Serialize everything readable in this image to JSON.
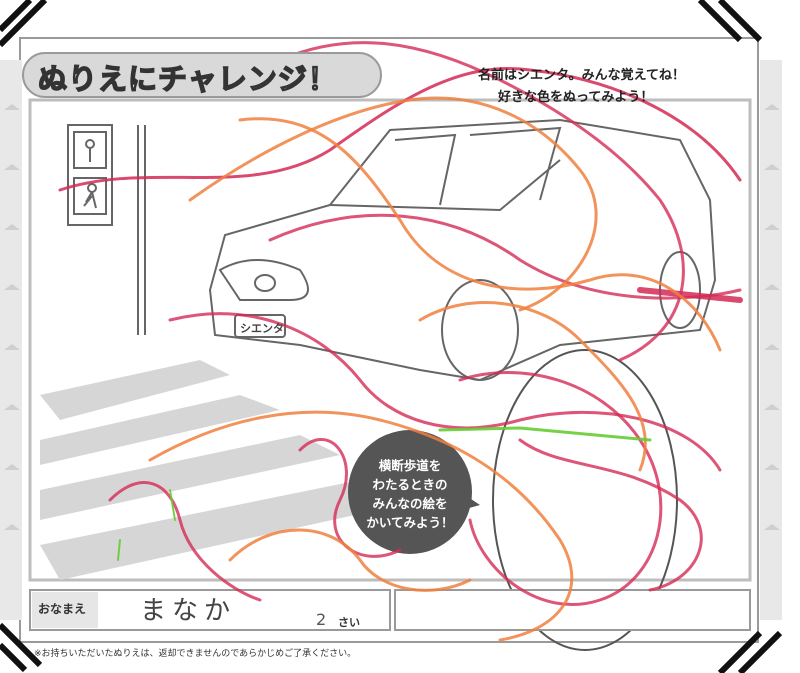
{
  "title": "ぬりえにチャレンジ！",
  "instructions": {
    "line1": "名前はシエンタ。みんな覚えてね！",
    "line2": "好きな色をぬってみよう！"
  },
  "car_badge": "シエンタ",
  "bubble": {
    "line1": "横断歩道を",
    "line2": "わたるときの",
    "line3": "みんなの絵を",
    "line4": "かいてみよう！"
  },
  "name_field": {
    "label": "おなまえ",
    "value": "まなか",
    "age_value": "2",
    "age_unit": "さい"
  },
  "footer": "※お持ちいただいたぬりえは、返却できませんのであらかじめご了承ください。",
  "colors": {
    "crayon_red": "#d42a55",
    "crayon_orange": "#f08040",
    "crayon_green": "#66cc33",
    "frame_gray": "#bdbdbd",
    "line_gray": "#666666",
    "bubble_dark": "#555555"
  }
}
